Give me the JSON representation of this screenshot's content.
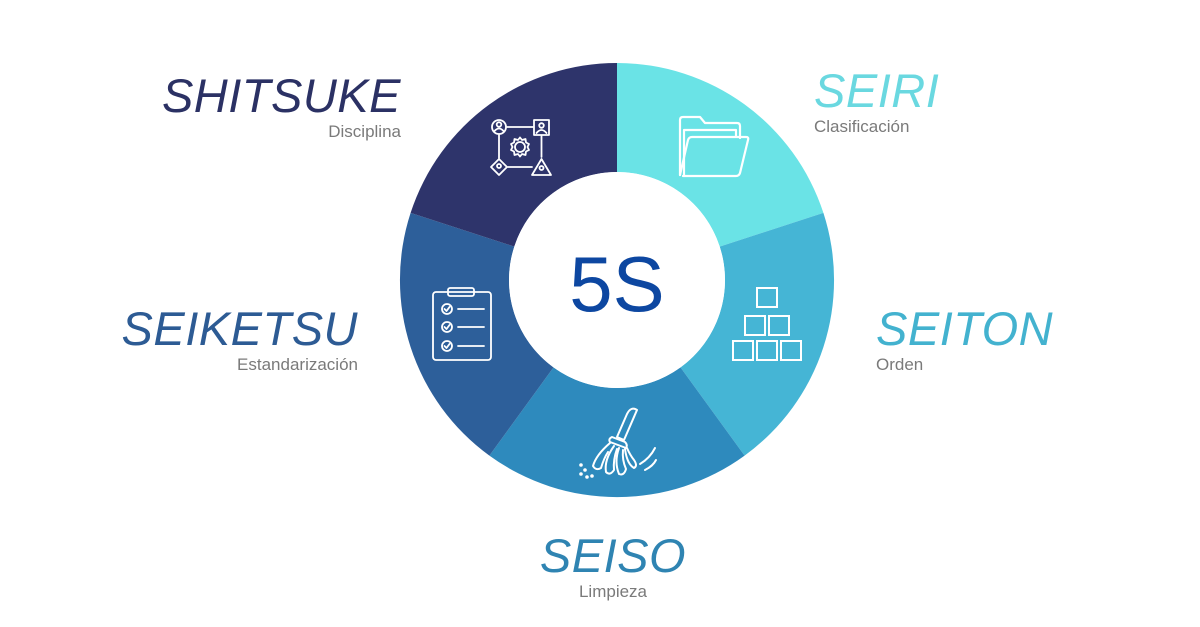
{
  "center": {
    "label": "5S",
    "color": "#0d47a1"
  },
  "segments": [
    {
      "key": "seiri",
      "title": "SEIRI",
      "subtitle": "Clasificación",
      "color": "#6ae3e6",
      "title_color": "#6ad8e0",
      "icon": "folder-icon"
    },
    {
      "key": "seiton",
      "title": "SEITON",
      "subtitle": "Orden",
      "color": "#45b5d5",
      "title_color": "#43b2cf",
      "icon": "stacked-boxes-icon"
    },
    {
      "key": "seiso",
      "title": "SEISO",
      "subtitle": "Limpieza",
      "color": "#2e8abd",
      "title_color": "#2f84b2",
      "icon": "broom-icon"
    },
    {
      "key": "seiketsu",
      "title": "SEIKETSU",
      "subtitle": "Estandarización",
      "color": "#2d5f9a",
      "title_color": "#2d5b94",
      "icon": "checklist-clipboard-icon"
    },
    {
      "key": "shitsuke",
      "title": "SHITSUKE",
      "subtitle": "Disciplina",
      "color": "#2e346b",
      "title_color": "#2b3164",
      "icon": "team-network-gear-icon"
    }
  ],
  "subtitle_color": "#7a7a7a"
}
